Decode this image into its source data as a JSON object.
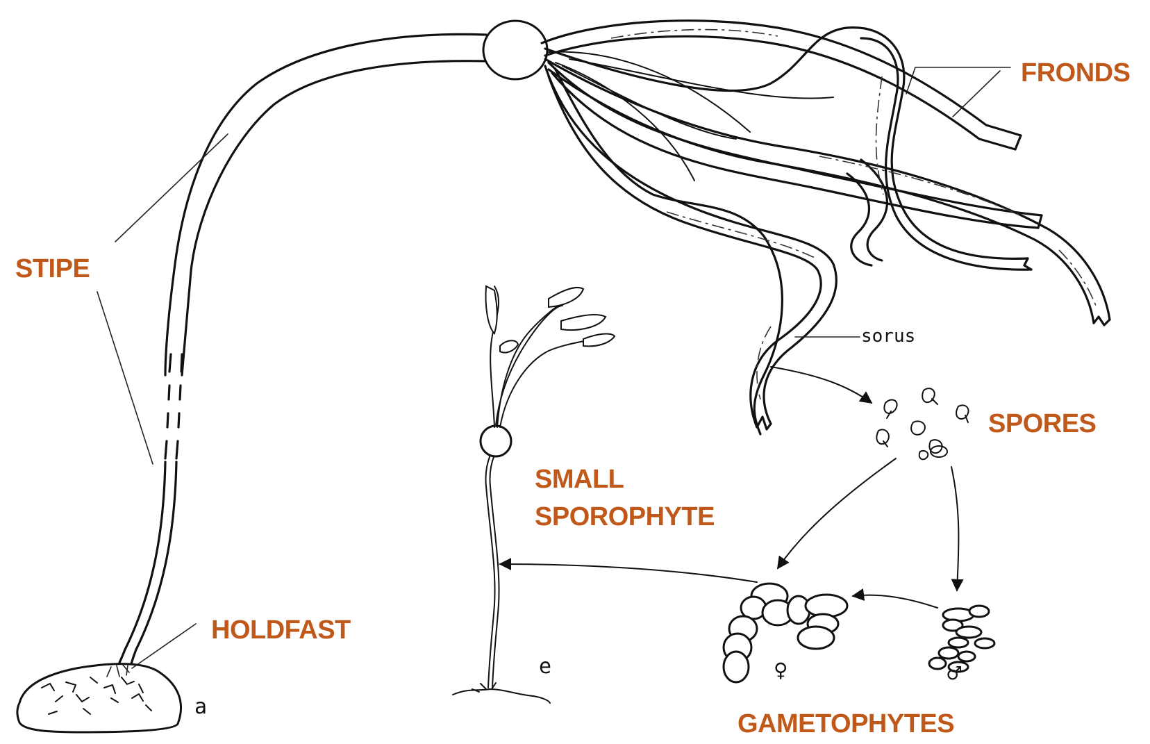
{
  "labels": {
    "fronds": "FRONDS",
    "stipe": "STIPE",
    "holdfast": "HOLDFAST",
    "spores": "SPORES",
    "small_sporophyte_line1": "SMALL",
    "small_sporophyte_line2": "SPOROPHYTE",
    "gametophytes": "GAMETOPHYTES"
  },
  "annotations": {
    "sorus": "sorus",
    "panel_a": "a",
    "panel_e": "e",
    "female_symbol": "♀",
    "male_symbol": "♂"
  },
  "colors": {
    "label": "#c0581a",
    "ink": "#111111",
    "background": "#ffffff"
  }
}
